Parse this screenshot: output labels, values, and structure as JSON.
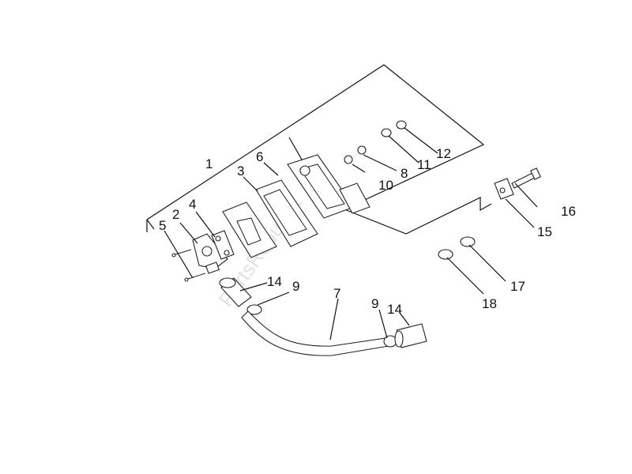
{
  "diagram": {
    "watermark": "PartsRepublik",
    "callouts": [
      "1",
      "2",
      "3",
      "4",
      "5",
      "6",
      "7",
      "8",
      "9",
      "10",
      "11",
      "12",
      "14",
      "15",
      "16",
      "17",
      "18"
    ],
    "callout_9b": "9",
    "callout_14b": "14"
  }
}
